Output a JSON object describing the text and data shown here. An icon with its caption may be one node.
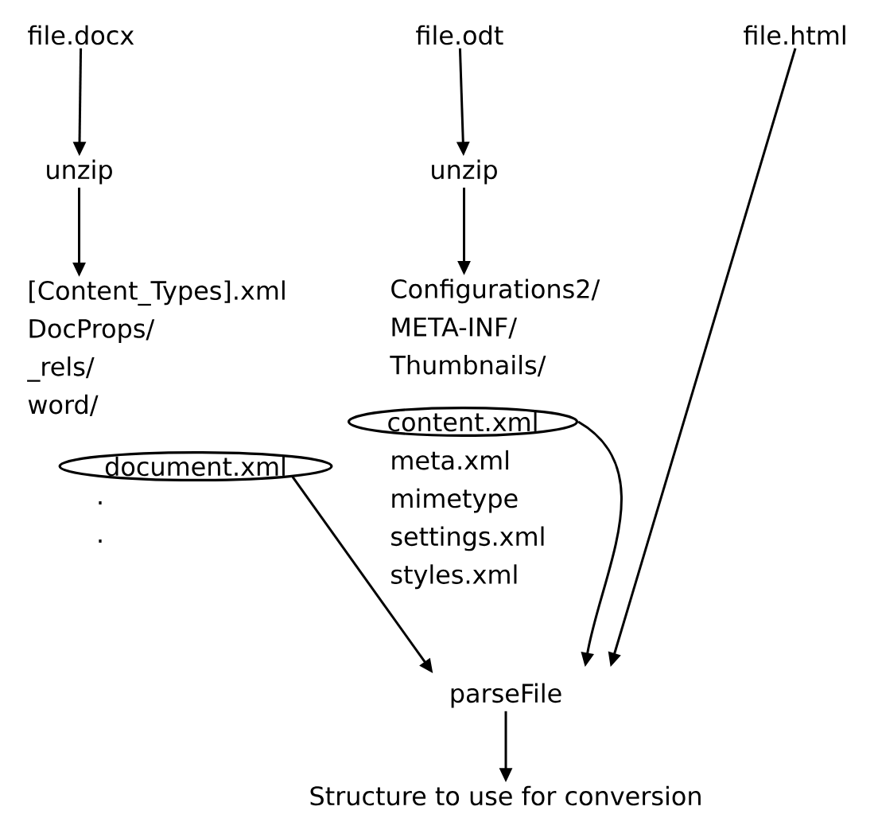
{
  "diagram": {
    "nodes": [
      {
        "text": [
          "file.docx"
        ]
      },
      {
        "text": [
          "unzip"
        ]
      },
      {
        "text": [
          "[Content_Types].xml",
          "DocProps/",
          "_rels/",
          "word/"
        ]
      },
      {
        "text": [
          "document.xml"
        ]
      },
      {
        "text": [
          "file.odt"
        ]
      },
      {
        "text": [
          "unzip"
        ]
      },
      {
        "text": [
          "Configurations2/",
          "META-INF/",
          "Thumbnails/",
          "meta.xml",
          "mimetype",
          "settings.xml",
          "styles.xml"
        ]
      },
      {
        "text": [
          "content.xml"
        ]
      },
      {
        "text": [
          "file.html"
        ]
      },
      {
        "text": [
          "parseFile"
        ]
      },
      {
        "text": [
          "Structure to use for conversion"
        ]
      }
    ],
    "edges": [
      {
        "from": 0,
        "to": 1,
        "arrow": "to"
      },
      {
        "from": 1,
        "to": 2,
        "arrow": "to"
      },
      {
        "from": 4,
        "to": 5,
        "arrow": "to"
      },
      {
        "from": 5,
        "to": 6,
        "arrow": "to"
      },
      {
        "from": 3,
        "to": 9,
        "arrow": "to"
      },
      {
        "from": 7,
        "to": 9,
        "arrow": "to"
      },
      {
        "from": 8,
        "to": 9,
        "arrow": "to"
      },
      {
        "from": 9,
        "to": 10,
        "arrow": "to"
      }
    ],
    "labels": [
      ".",
      "."
    ]
  }
}
